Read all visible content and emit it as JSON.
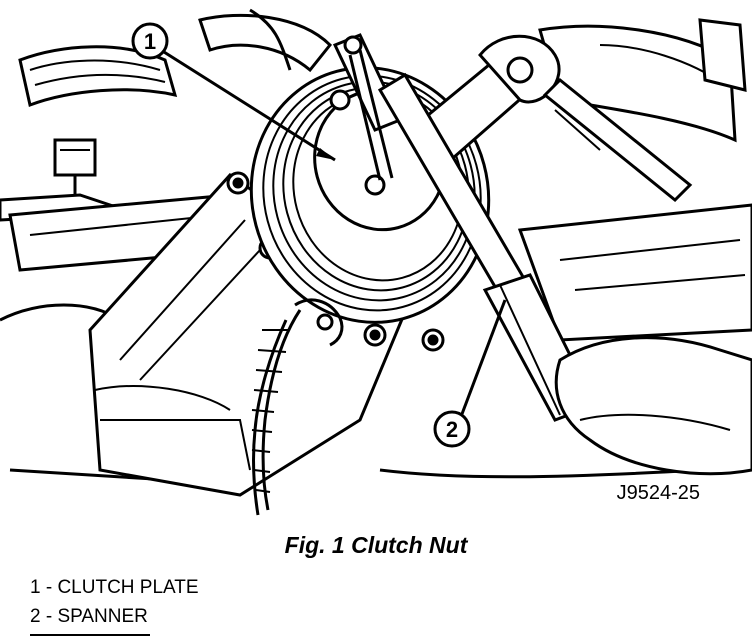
{
  "figure": {
    "figure_id": "J9524-25",
    "callouts": [
      {
        "number": "1",
        "label": "CLUTCH PLATE"
      },
      {
        "number": "2",
        "label": "SPANNER"
      }
    ]
  },
  "caption": "Fig. 1 Clutch Nut",
  "legend": [
    "1 - CLUTCH PLATE",
    "2 - SPANNER"
  ]
}
